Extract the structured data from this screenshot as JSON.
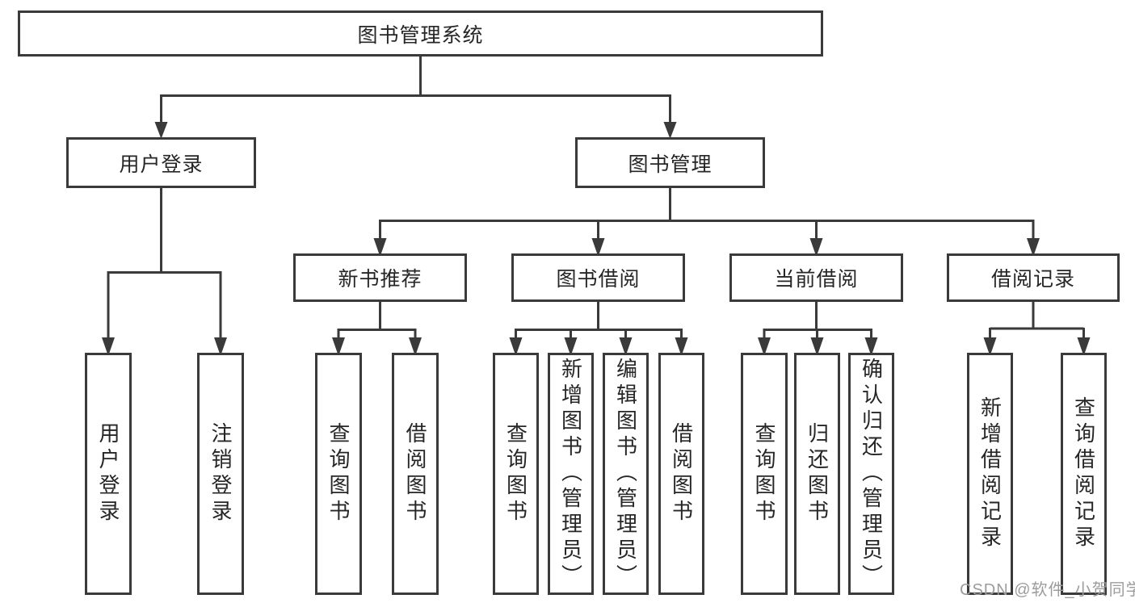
{
  "diagram": {
    "title": "图书管理系统",
    "root": {
      "label": "图书管理系统"
    },
    "level2": [
      {
        "label": "用户登录"
      },
      {
        "label": "图书管理"
      }
    ],
    "level3": [
      {
        "label": "新书推荐"
      },
      {
        "label": "图书借阅"
      },
      {
        "label": "当前借阅"
      },
      {
        "label": "借阅记录"
      }
    ],
    "leaf_groups": [
      {
        "parent": "用户登录",
        "items": [
          {
            "label": "用户登录"
          },
          {
            "label": "注销登录"
          }
        ]
      },
      {
        "parent": "新书推荐",
        "items": [
          {
            "label": "查询图书"
          },
          {
            "label": "借阅图书"
          }
        ]
      },
      {
        "parent": "图书借阅",
        "items": [
          {
            "label": "查询图书"
          },
          {
            "label": "新增图书（管理员）"
          },
          {
            "label": "编辑图书（管理员）"
          },
          {
            "label": "借阅图书"
          }
        ]
      },
      {
        "parent": "当前借阅",
        "items": [
          {
            "label": "查询图书"
          },
          {
            "label": "归还图书"
          },
          {
            "label": "确认归还（管理员）"
          }
        ]
      },
      {
        "parent": "借阅记录",
        "items": [
          {
            "label": "新增借阅记录"
          },
          {
            "label": "查询借阅记录"
          }
        ]
      }
    ]
  },
  "watermark": {
    "text": "CSDN @软件_小贺同学",
    "color": "#9c9c9c"
  },
  "colors": {
    "line": "#3a3a3a",
    "text": "#262626",
    "background": "#ffffff"
  }
}
